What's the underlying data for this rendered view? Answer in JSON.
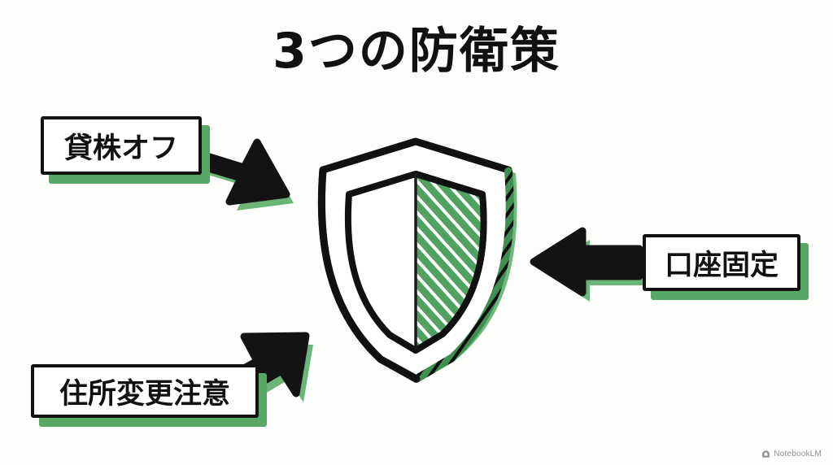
{
  "page": {
    "background_color": "#fdfdfb",
    "ink_color": "#111111",
    "accent_green": "#58a765",
    "shield_green": "#4c9e5d"
  },
  "title": {
    "text": "3つの防衛策"
  },
  "diagram": {
    "center_icon": {
      "name": "shield-icon",
      "description": "hand-drawn shield, right half filled with green hatching, green drop shadow"
    },
    "callouts": [
      {
        "id": "lend-off",
        "label": "貸株オフ",
        "position": "top-left",
        "arrow": "arrow-down-right-icon"
      },
      {
        "id": "address-change-caution",
        "label": "住所変更注意",
        "position": "bottom-left",
        "arrow": "arrow-up-right-icon"
      },
      {
        "id": "account-fixed",
        "label": "口座固定",
        "position": "right",
        "arrow": "arrow-left-icon"
      }
    ]
  },
  "watermark": {
    "text": "NotebookLM",
    "icon": "notebooklm-logo-icon"
  }
}
